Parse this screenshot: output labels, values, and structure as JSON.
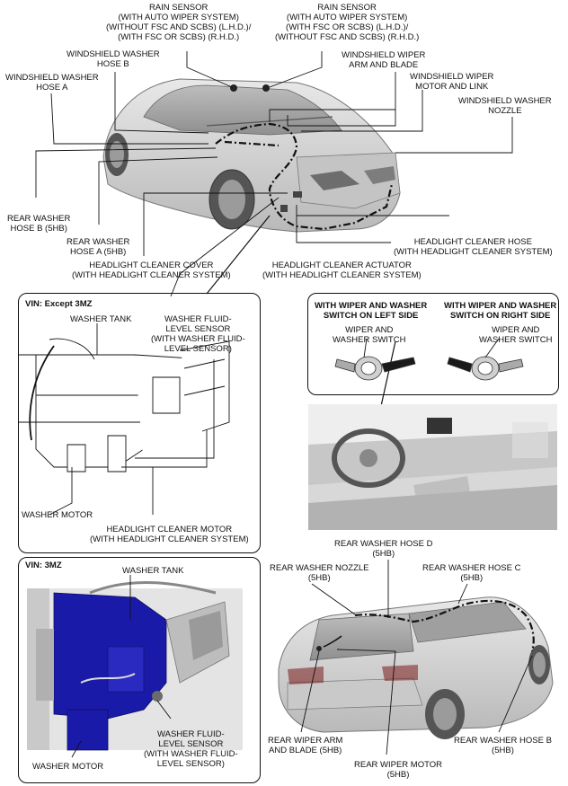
{
  "labels": {
    "rain_sensor_left": "RAIN SENSOR\n(WITH AUTO WIPER SYSTEM)\n(WITHOUT FSC AND SCBS) (L.H.D.)/\n(WITH FSC OR SCBS) (R.H.D.)",
    "rain_sensor_right": "RAIN SENSOR\n(WITH AUTO WIPER SYSTEM)\n(WITH FSC OR SCBS) (L.H.D.)/\n(WITHOUT FSC AND SCBS) (R.H.D.)",
    "ws_hose_b": "WINDSHIELD WASHER\nHOSE B",
    "ws_hose_a": "WINDSHIELD WASHER\nHOSE A",
    "ws_wiper_arm": "WINDSHIELD WIPER\nARM AND BLADE",
    "ws_wiper_motor": "WINDSHIELD WIPER\nMOTOR AND LINK",
    "ws_nozzle": "WINDSHIELD WASHER\nNOZZLE",
    "rear_hose_b_top": "REAR WASHER\nHOSE B (5HB)",
    "rear_hose_a": "REAR WASHER\nHOSE A (5HB)",
    "hl_cover": "HEADLIGHT CLEANER COVER\n(WITH HEADLIGHT CLEANER SYSTEM)",
    "hl_hose": "HEADLIGHT CLEANER HOSE\n(WITH HEADLIGHT CLEANER SYSTEM)",
    "hl_actuator": "HEADLIGHT CLEANER ACTUATOR\n(WITH HEADLIGHT CLEANER SYSTEM)",
    "vin_except": "VIN: Except 3MZ",
    "washer_tank_1": "WASHER TANK",
    "fluid_sensor_1": "WASHER FLUID-\nLEVEL SENSOR\n(WITH WASHER FLUID-\nLEVEL SENSOR)",
    "washer_motor_1": "WASHER MOTOR",
    "hl_motor": "HEADLIGHT CLEANER MOTOR\n(WITH HEADLIGHT CLEANER SYSTEM)",
    "vin_3mz": "VIN: 3MZ",
    "washer_tank_2": "WASHER TANK",
    "fluid_sensor_2": "WASHER FLUID-\nLEVEL SENSOR\n(WITH WASHER FLUID-\nLEVEL SENSOR)",
    "washer_motor_2": "WASHER MOTOR",
    "switch_left_title": "WITH WIPER AND WASHER\nSWITCH ON LEFT SIDE",
    "switch_right_title": "WITH WIPER AND WASHER\nSWITCH ON RIGHT SIDE",
    "switch_left": "WIPER AND\nWASHER SWITCH",
    "switch_right": "WIPER AND\nWASHER SWITCH",
    "rear_hose_d": "REAR WASHER HOSE D\n(5HB)",
    "rear_nozzle": "REAR WASHER NOZZLE\n(5HB)",
    "rear_hose_c": "REAR WASHER HOSE C\n(5HB)",
    "rear_wiper_arm": "REAR WIPER ARM\nAND BLADE (5HB)",
    "rear_wiper_motor": "REAR WIPER MOTOR\n(5HB)",
    "rear_hose_b": "REAR WASHER HOSE B\n(5HB)"
  },
  "colors": {
    "line": "#111111",
    "car_fill": "#d6d6d6",
    "car_dark": "#9a9a9a",
    "highlight_blue": "#1a1aa8"
  }
}
